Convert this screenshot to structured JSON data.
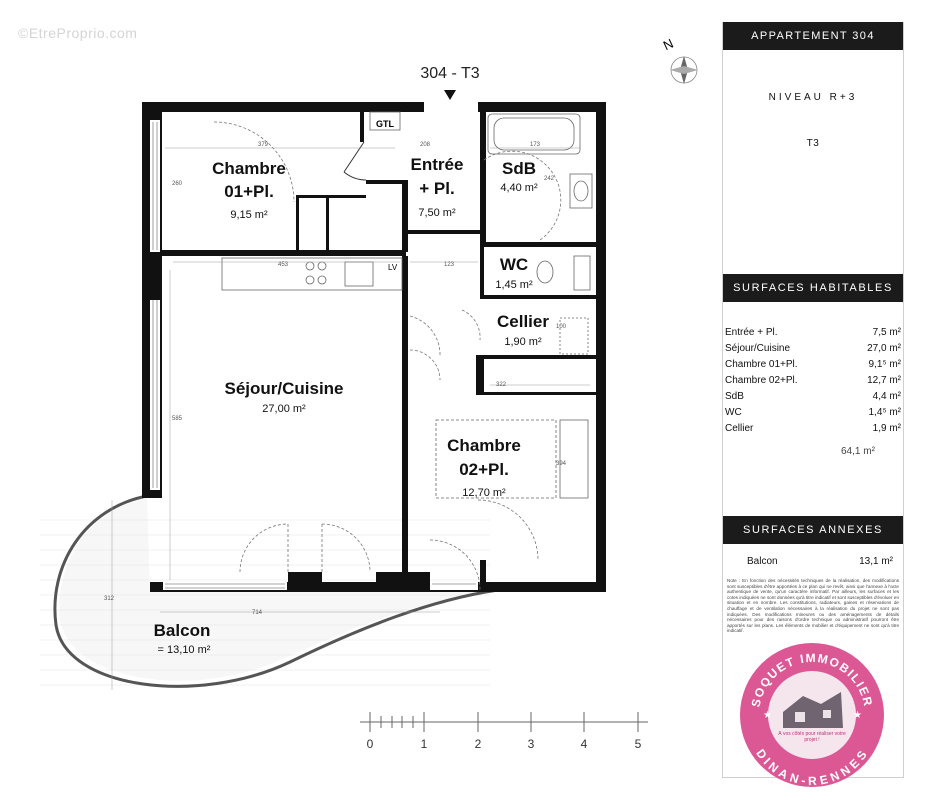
{
  "watermark": "©EtreProprio.com",
  "plan": {
    "apartment_code": "304 - T3",
    "compass_letter": "N",
    "rooms": [
      {
        "name": "Chambre",
        "name2": "01+Pl.",
        "area": "9,15 m²"
      },
      {
        "name": "Entrée",
        "name2": "+ Pl.",
        "area": "7,50 m²"
      },
      {
        "name": "SdB",
        "area": "4,40 m²"
      },
      {
        "name": "WC",
        "area": "1,45 m²"
      },
      {
        "name": "Cellier",
        "area": "1,90 m²"
      },
      {
        "name": "Séjour/Cuisine",
        "area": "27,00 m²"
      },
      {
        "name": "Chambre",
        "name2": "02+Pl.",
        "area": "12,70 m²"
      },
      {
        "name": "Balcon",
        "area": "= 13,10 m²"
      }
    ],
    "labels": {
      "gtl": "GTL",
      "lv": "LV"
    },
    "dimensions": {
      "ch1_width": "379",
      "ch1_height": "260",
      "entree": "208",
      "sdb_width": "173",
      "sdb_height": "242",
      "sejour_width": "453",
      "wc": "123",
      "cellier": "100",
      "ch2_width": "322",
      "ch2_height": "394",
      "sejour_height": "585",
      "balcon_width": "714",
      "balcon_height": "312"
    },
    "scale": {
      "ticks": [
        "0",
        "1",
        "2",
        "3",
        "4",
        "5"
      ]
    }
  },
  "panel": {
    "title": "APPARTEMENT 304",
    "level": "NIVEAU R+3",
    "type": "T3",
    "habitables_title": "SURFACES HABITABLES",
    "habitables": [
      {
        "label": "Entrée + Pl.",
        "value": "7,5  m²"
      },
      {
        "label": "Séjour/Cuisine",
        "value": "27,0  m²"
      },
      {
        "label": "Chambre 01+Pl.",
        "value": "9,1⁵  m²"
      },
      {
        "label": "Chambre 02+Pl.",
        "value": "12,7  m²"
      },
      {
        "label": "SdB",
        "value": "4,4  m²"
      },
      {
        "label": "WC",
        "value": "1,4⁵  m²"
      },
      {
        "label": "Cellier",
        "value": "1,9  m²"
      }
    ],
    "total": "64,1 m²",
    "annexes_title": "SURFACES ANNEXES",
    "annexes": [
      {
        "label": "Balcon",
        "value": "13,1  m²"
      }
    ],
    "note": "Note : En fonction des nécessités techniques de la réalisation, des modifications sont susceptibles d'être apportées à ce plan qui ne revêt, ainsi que l'annexe à l'acte authentique de vente, qu'un caractère informatif. Par ailleurs, les surfaces et les cotes indiquées ne sont données qu'à titre indicatif et sont susceptibles d'évoluer en situation et en nombre. Les constitutions, radiateurs, gaines et réservations de chauffage et de ventilation nécessaires à la réalisation du projet ne sont pas indiquées. Des modifications mineures ou des aménagements de détails nécessaires pour des raisons d'ordre technique ou administratif pourront être apportés sur les plans. Les éléments de mobilier et d'équipement ne sont qu'à titre indicatif."
  },
  "stamp": {
    "top_text": "SOQUET IMMOBILIER",
    "bottom_text": "DINAN-RENNES",
    "tagline": "À vos côtés pour réaliser votre projet !"
  }
}
